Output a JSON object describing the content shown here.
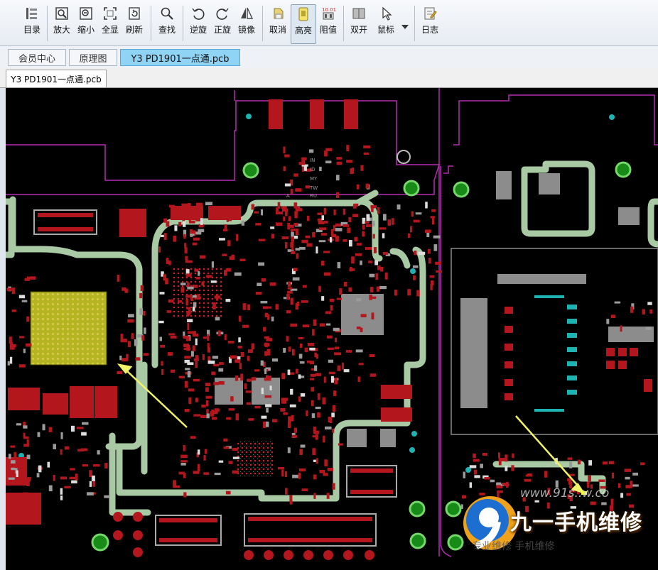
{
  "toolbar": {
    "buttons": [
      {
        "label": "目录",
        "icon": "catalog-icon"
      },
      {
        "label": "放大",
        "icon": "zoom-in-icon"
      },
      {
        "label": "缩小",
        "icon": "zoom-out-icon"
      },
      {
        "label": "全显",
        "icon": "fit-all-icon"
      },
      {
        "label": "刷新",
        "icon": "refresh-icon"
      },
      {
        "label": "查找",
        "icon": "search-icon"
      },
      {
        "label": "逆旋",
        "icon": "rotate-ccw-icon"
      },
      {
        "label": "正旋",
        "icon": "rotate-cw-icon"
      },
      {
        "label": "镜像",
        "icon": "mirror-icon"
      },
      {
        "label": "取消",
        "icon": "cancel-icon"
      },
      {
        "label": "高亮",
        "icon": "highlight-icon"
      },
      {
        "label": "阻值",
        "icon": "resistance-icon"
      },
      {
        "label": "双开",
        "icon": "dual-open-icon"
      },
      {
        "label": "鼠标",
        "icon": "mouse-cursor-icon"
      },
      {
        "label": "日志",
        "icon": "log-icon"
      }
    ]
  },
  "module_tabs": [
    {
      "label": "会员中心"
    },
    {
      "label": "原理图"
    },
    {
      "label": "Y3 PD1901一点通.pcb"
    }
  ],
  "doc_tab": {
    "label": "Y3 PD1901一点通.pcb"
  },
  "pcb": {
    "silk_labels": [
      "IN",
      "ID",
      "MY",
      "TW",
      "A",
      "RU"
    ]
  },
  "watermark": {
    "brand": "九一手机维修",
    "url": "www.91s..w.co",
    "subtitle": "专业维修 手机维修"
  },
  "colors": {
    "pad_red": "#b3161c",
    "trace_green": "#a9c9a4",
    "outline_magenta": "#b52ab5",
    "highlight_yellow": "#c8c61a",
    "arrow_yellow": "#f2f26a",
    "active_tab": "#8fd4f5"
  }
}
